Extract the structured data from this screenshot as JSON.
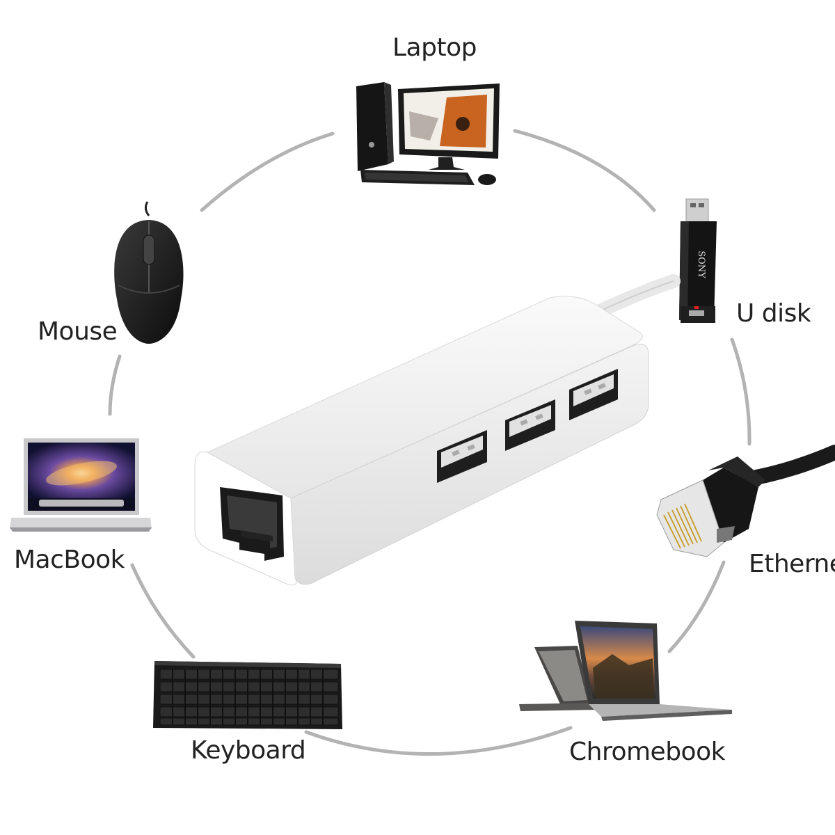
{
  "labels": {
    "laptop": "Laptop",
    "udisk": "U disk",
    "mouse": "Mouse",
    "macbook": "MacBook",
    "ethernet": "Ethernet",
    "keyboard": "Keyboard",
    "chromebook": "Chromebook"
  },
  "usb_drive_brand": "SONY",
  "colors": {
    "ring": "#b3b3b3",
    "hub_body": "#f2f2f2",
    "device_dark": "#1c1c1c"
  }
}
